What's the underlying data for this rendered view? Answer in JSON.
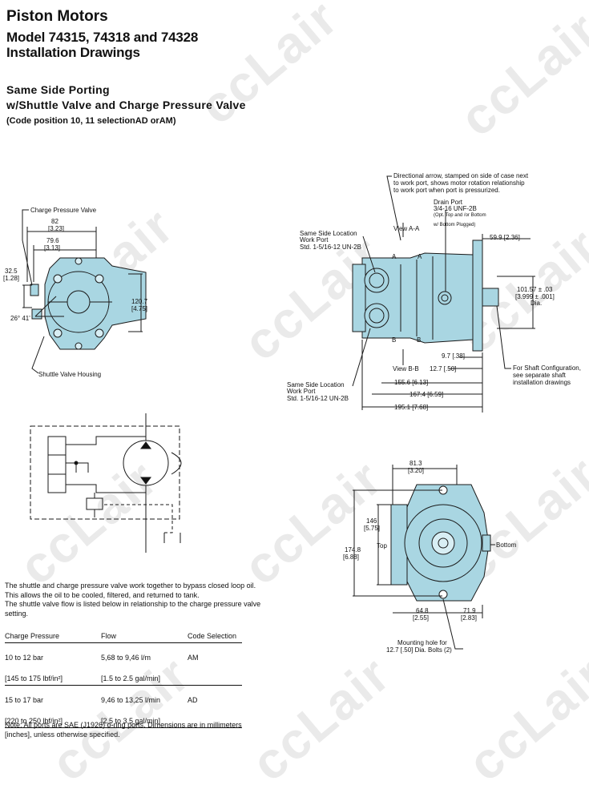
{
  "header": {
    "title_line1": "Piston Motors",
    "title_line2": "Model 74315, 74318 and 74328",
    "title_line3": "Installation Drawings",
    "section_line1": "Same Side Porting",
    "section_line2": "w/Shuttle Valve and Charge Pressure Valve",
    "section_line3": "(Code position 10, 11 selectionAD orAM)"
  },
  "left_drawing": {
    "charge_pressure_valve": "Charge Pressure Valve",
    "dim_82": "82",
    "dim_82_in": "[3.23]",
    "dim_79_6": "79.6",
    "dim_79_6_in": "[3.13]",
    "dim_32_5": "32.5",
    "dim_32_5_in": "[1.28]",
    "angle": "26° 41'",
    "dim_120_7": "120.7",
    "dim_120_7_in": "[4.75]",
    "shuttle_valve_housing": "Shuttle Valve Housing"
  },
  "right_drawing": {
    "directional_arrow_1": "Directional arrow, stamped on side of case next",
    "directional_arrow_2": "to work port, shows motor rotation relationship",
    "directional_arrow_3": "to work port when port is pressurized.",
    "drain_port_1": "Drain Port",
    "drain_port_2": "3/4-16 UNF-2B",
    "drain_port_3": "(Opt. Top and /or Bottom",
    "drain_port_4": "w/ Bottom Plugged)",
    "view_aa": "View A-A",
    "dim_59_9": "59.9 [2.36]",
    "same_side_1": "Same Side Location",
    "same_side_2": "Work Port",
    "same_side_3": "Std. 1-5/16-12 UN-2B",
    "label_a": "A",
    "dim_101_57": "101.57 ± .03",
    "dim_101_57_in": "[3.999 ± .001]",
    "dia": "Dia.",
    "label_b": "B",
    "view_bb": "View B-B",
    "dim_9_7": "9.7 [.38]",
    "dim_12_7": "12.7 [.50]",
    "shaft_config_1": "For Shaft Configuration,",
    "shaft_config_2": "see separate shaft",
    "shaft_config_3": "installation drawings",
    "dim_155_6": "155.6 [6.13]",
    "dim_167_4": "167.4 [6.59]",
    "dim_195_1": "195.1 [7.68]",
    "same_side_b1": "Same Side Location",
    "same_side_b2": "Work Port",
    "same_side_b3": "Std. 1-5/16-12 UN-2B"
  },
  "bottom_drawing": {
    "dim_81_3": "81.3",
    "dim_81_3_in": "[3.20]",
    "dim_146": "146",
    "dim_146_in": "[5.75]",
    "dim_174_8": "174.8",
    "dim_174_8_in": "[6.88]",
    "top": "Top",
    "bottom": "Bottom",
    "dim_64_8": "64.8",
    "dim_64_8_in": "[2.55]",
    "dim_71_9": "71.9",
    "dim_71_9_in": "[2.83]",
    "mounting_1": "Mounting hole for",
    "mounting_2": "12.7 [.50] Dia. Bolts (2)"
  },
  "description": {
    "line1": "The shuttle and charge pressure valve work together to bypass closed loop oil.",
    "line2": "This allows the oil to be cooled, filtered, and returned to tank.",
    "line3": "The shuttle valve flow is listed below in relationship to the charge pressure valve",
    "line4": "setting."
  },
  "table": {
    "headers": [
      "Charge Pressure",
      "Flow",
      "Code Selection"
    ],
    "rows": [
      {
        "pressure": "10 to 12 bar",
        "flow": "5,68 to 9,46 l/m",
        "code": "AM",
        "pressure_alt": "[145 to 175 lbf/in²]",
        "flow_alt": "[1.5 to 2.5 gal/min]"
      },
      {
        "pressure": "15 to 17 bar",
        "flow": "9,46 to 13,25 l/min",
        "code": "AD",
        "pressure_alt": "[220 to 250 lbf/in²]",
        "flow_alt": "[2.5 to 3.5 gal/min]"
      }
    ]
  },
  "note": {
    "line1": "Note:  All ports are SAE (J1926) o-ring ports.  Dimensions are in millimeters",
    "line2": "[inches], unless otherwise specified."
  },
  "watermark": "ccLair",
  "colors": {
    "part_fill": "#a9d6e2",
    "part_stroke": "#1a1a1a"
  }
}
